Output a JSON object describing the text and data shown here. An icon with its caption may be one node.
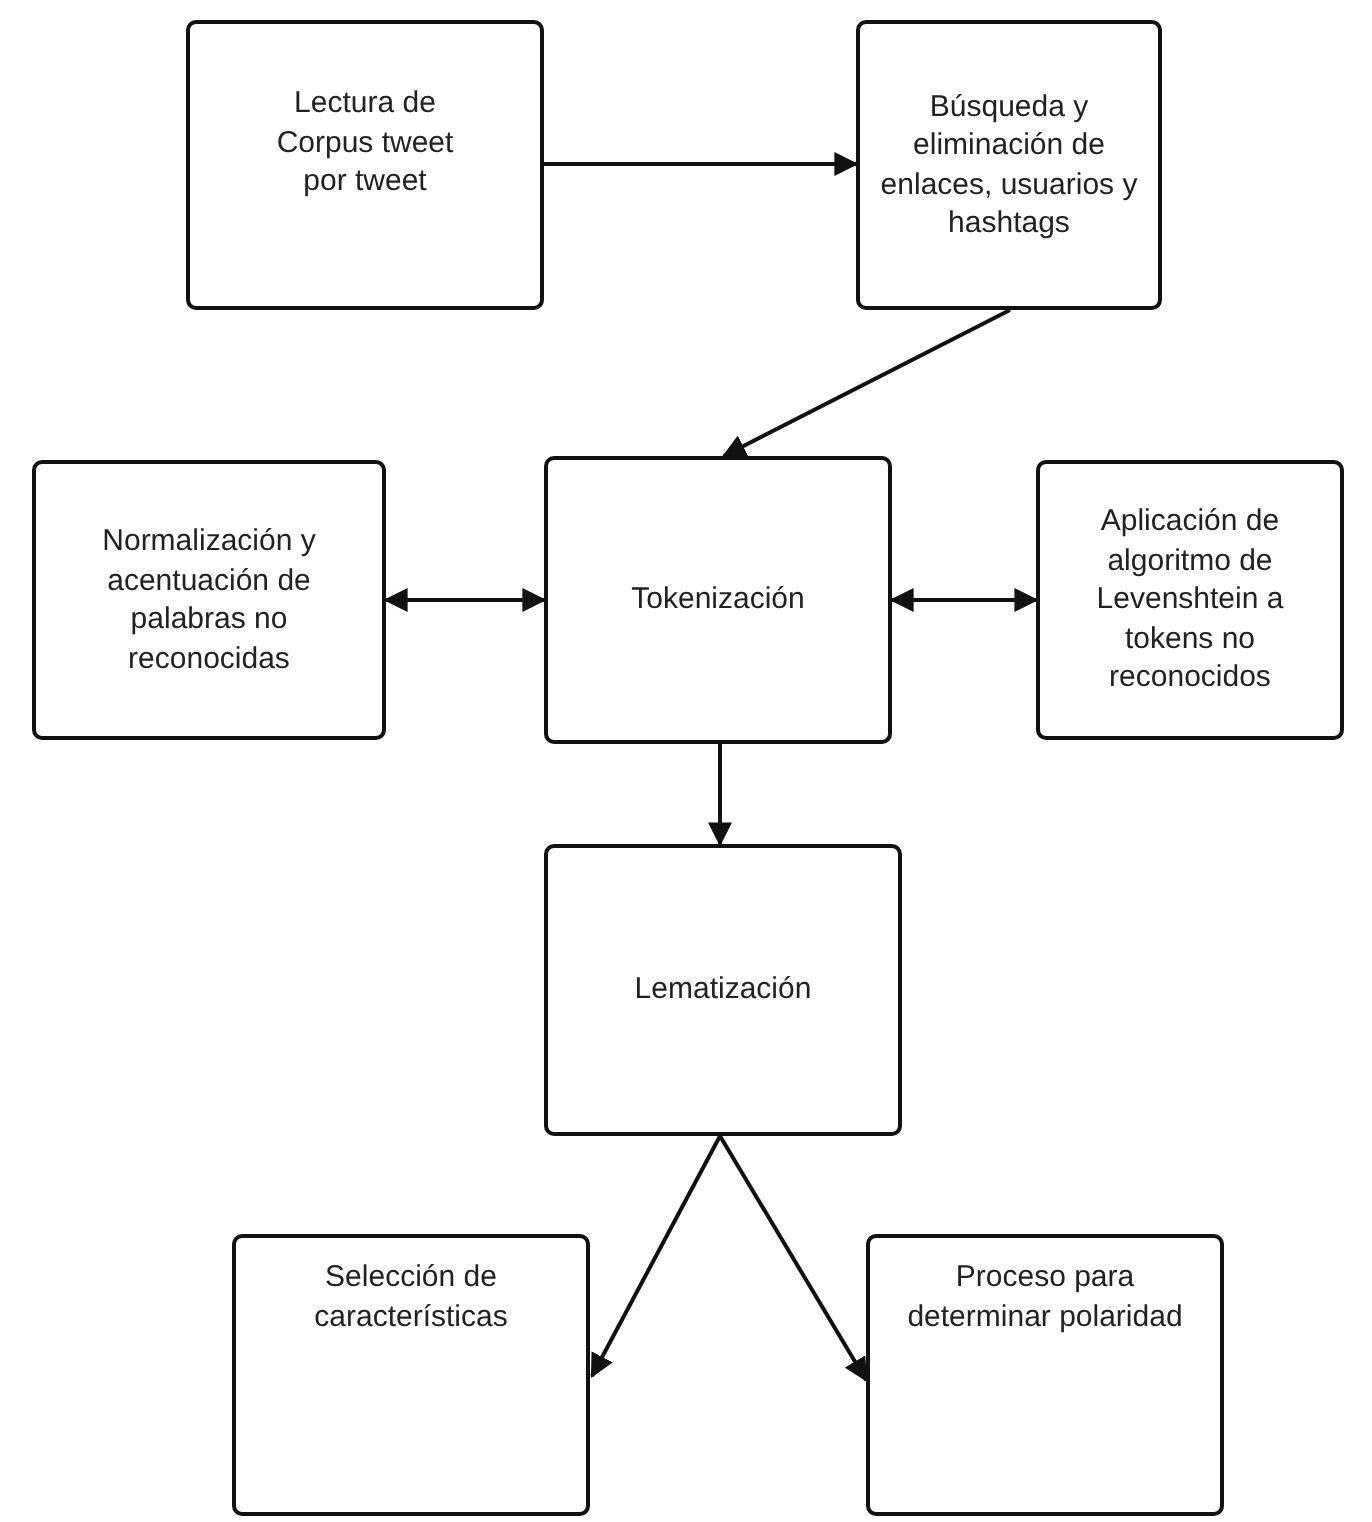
{
  "diagram": {
    "nodes": [
      {
        "text": [
          "Lectura de Corpus tweet por tweet"
        ]
      },
      {
        "text": [
          "Búsqueda y eliminación de enlaces, usuarios y hashtags"
        ]
      },
      {
        "text": [
          "Normalización y acentuación de palabras no reconocidas"
        ]
      },
      {
        "text": [
          "Tokenización"
        ]
      },
      {
        "text": [
          "Aplicación de algoritmo de Levenshtein a tokens no reconocidos"
        ]
      },
      {
        "text": [
          "Lematización"
        ]
      },
      {
        "text": [
          "Selección de características"
        ]
      },
      {
        "text": [
          "Proceso para determinar polaridad"
        ]
      }
    ],
    "edges": [
      {
        "from": 0,
        "to": 1,
        "arrow": "to"
      },
      {
        "from": 1,
        "to": 3,
        "arrow": "to"
      },
      {
        "from": 2,
        "to": 3,
        "arrow": "both"
      },
      {
        "from": 3,
        "to": 4,
        "arrow": "both"
      },
      {
        "from": 3,
        "to": 5,
        "arrow": "to"
      },
      {
        "from": 5,
        "to": 6,
        "arrow": "to"
      },
      {
        "from": 5,
        "to": 7,
        "arrow": "to"
      }
    ]
  }
}
